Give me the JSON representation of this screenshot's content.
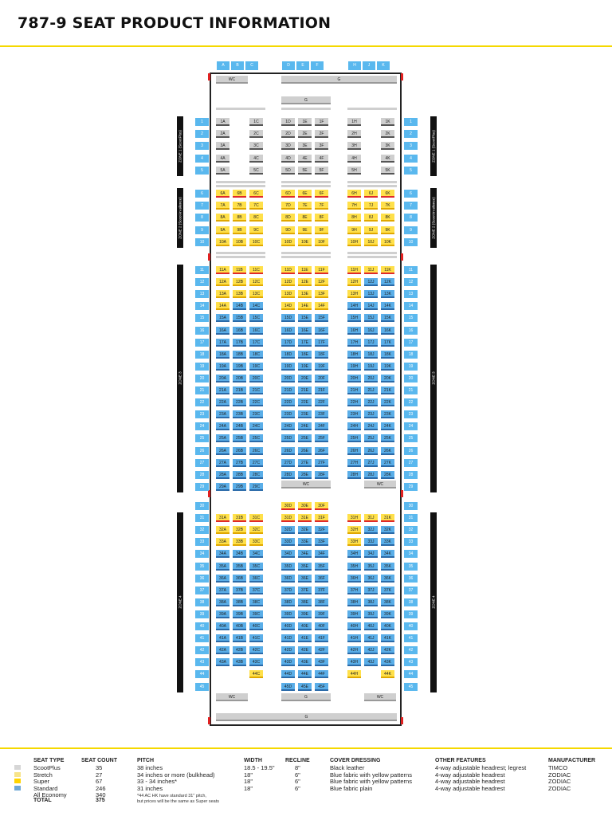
{
  "title": "787-9 SEAT PRODUCT INFORMATION",
  "columns": {
    "left": [
      "A",
      "B",
      "C"
    ],
    "middle": [
      "D",
      "E",
      "F"
    ],
    "right": [
      "H",
      "J",
      "K"
    ]
  },
  "labels": {
    "wc": "WC",
    "galley": "G"
  },
  "zones": [
    {
      "label": "ZONE 1 (ScootPlus)",
      "from": 1,
      "to": 5
    },
    {
      "label": "ZONE 2 (Scoot-in-silence)",
      "from": 6,
      "to": 10
    },
    {
      "label": "ZONE 3",
      "from": 11,
      "to": 29
    },
    {
      "label": "ZONE 4",
      "from": 31,
      "to": 45
    }
  ],
  "rows": [
    {
      "n": 1,
      "type": "plus",
      "left": [
        "1A",
        "1C"
      ],
      "middle": [
        "1D",
        "1E",
        "1F"
      ],
      "right": [
        "1H",
        "1K"
      ]
    },
    {
      "n": 2,
      "type": "plus",
      "left": [
        "2A",
        "2C"
      ],
      "middle": [
        "2D",
        "2E",
        "2F"
      ],
      "right": [
        "2H",
        "2K"
      ]
    },
    {
      "n": 3,
      "type": "plus",
      "left": [
        "3A",
        "3C"
      ],
      "middle": [
        "3D",
        "3E",
        "3F"
      ],
      "right": [
        "3H",
        "3K"
      ]
    },
    {
      "n": 4,
      "type": "plus",
      "left": [
        "4A",
        "4C"
      ],
      "middle": [
        "4D",
        "4E",
        "4F"
      ],
      "right": [
        "4H",
        "4K"
      ]
    },
    {
      "n": 5,
      "type": "plus",
      "left": [
        "5A",
        "5C"
      ],
      "middle": [
        "5D",
        "5E",
        "5F"
      ],
      "right": [
        "5H",
        "5K"
      ]
    },
    {
      "n": 6,
      "type": "stretch",
      "left": [
        "6A",
        "6B",
        "6C"
      ],
      "middle": [
        "6D",
        "6E",
        "6F"
      ],
      "right": [
        "6H",
        "6J",
        "6K"
      ]
    },
    {
      "n": 7,
      "type": "super",
      "left": [
        "7A",
        "7B",
        "7C"
      ],
      "middle": [
        "7D",
        "7E",
        "7F"
      ],
      "right": [
        "7H",
        "7J",
        "7K"
      ]
    },
    {
      "n": 8,
      "type": "super",
      "left": [
        "8A",
        "8B",
        "8C"
      ],
      "middle": [
        "8D",
        "8E",
        "8F"
      ],
      "right": [
        "8H",
        "8J",
        "8K"
      ]
    },
    {
      "n": 9,
      "type": "super",
      "left": [
        "9A",
        "9B",
        "9C"
      ],
      "middle": [
        "9D",
        "9E",
        "9F"
      ],
      "right": [
        "9H",
        "9J",
        "9K"
      ]
    },
    {
      "n": 10,
      "type": "super",
      "left": [
        "10A",
        "10B",
        "10C"
      ],
      "middle": [
        "10D",
        "10E",
        "10F"
      ],
      "right": [
        "10H",
        "10J",
        "10K"
      ]
    },
    {
      "n": 11,
      "type": "stretch",
      "left": [
        "11A",
        "11B",
        "11C"
      ],
      "middle": [
        "11D",
        "11E",
        "11F"
      ],
      "right": [
        "11H",
        "11J",
        "11K"
      ]
    },
    {
      "n": 12,
      "type": "mix12",
      "left": [
        "12A",
        "12B",
        "12C"
      ],
      "middle": [
        "12D",
        "12E",
        "12F"
      ],
      "right": [
        "12H",
        "12J",
        "12K"
      ]
    },
    {
      "n": 13,
      "type": "mix12",
      "left": [
        "13A",
        "13B",
        "13C"
      ],
      "middle": [
        "13D",
        "13E",
        "13F"
      ],
      "right": [
        "13H",
        "13J",
        "13K"
      ]
    },
    {
      "n": 14,
      "type": "mix14",
      "left": [
        "14A",
        "14B",
        "14C"
      ],
      "middle": [
        "14D",
        "14E",
        "14F"
      ],
      "right": [
        "14H",
        "14J",
        "14K"
      ]
    },
    {
      "n": 15,
      "type": "std",
      "left": [
        "15A",
        "15B",
        "15C"
      ],
      "middle": [
        "15D",
        "15E",
        "15F"
      ],
      "right": [
        "15H",
        "15J",
        "15K"
      ]
    },
    {
      "n": 16,
      "type": "std",
      "left": [
        "16A",
        "16B",
        "16C"
      ],
      "middle": [
        "16D",
        "16E",
        "16F"
      ],
      "right": [
        "16H",
        "16J",
        "16K"
      ]
    },
    {
      "n": 17,
      "type": "std",
      "left": [
        "17A",
        "17B",
        "17C"
      ],
      "middle": [
        "17D",
        "17E",
        "17F"
      ],
      "right": [
        "17H",
        "17J",
        "17K"
      ]
    },
    {
      "n": 18,
      "type": "std",
      "left": [
        "18A",
        "18B",
        "18C"
      ],
      "middle": [
        "18D",
        "18E",
        "18F"
      ],
      "right": [
        "18H",
        "18J",
        "18K"
      ]
    },
    {
      "n": 19,
      "type": "std",
      "left": [
        "19A",
        "19B",
        "19C"
      ],
      "middle": [
        "19D",
        "19E",
        "19F"
      ],
      "right": [
        "19H",
        "19J",
        "19K"
      ]
    },
    {
      "n": 20,
      "type": "std",
      "left": [
        "20A",
        "20B",
        "20C"
      ],
      "middle": [
        "20D",
        "20E",
        "20F"
      ],
      "right": [
        "20H",
        "20J",
        "20K"
      ]
    },
    {
      "n": 21,
      "type": "std",
      "left": [
        "21A",
        "21B",
        "21C"
      ],
      "middle": [
        "21D",
        "21E",
        "21F"
      ],
      "right": [
        "21H",
        "21J",
        "21K"
      ]
    },
    {
      "n": 22,
      "type": "std",
      "left": [
        "22A",
        "22B",
        "22C"
      ],
      "middle": [
        "22D",
        "22E",
        "22F"
      ],
      "right": [
        "22H",
        "22J",
        "22K"
      ]
    },
    {
      "n": 23,
      "type": "std",
      "left": [
        "23A",
        "23B",
        "23C"
      ],
      "middle": [
        "23D",
        "23E",
        "23F"
      ],
      "right": [
        "23H",
        "23J",
        "23K"
      ]
    },
    {
      "n": 24,
      "type": "std",
      "left": [
        "24A",
        "24B",
        "24C"
      ],
      "middle": [
        "24D",
        "24E",
        "24F"
      ],
      "right": [
        "24H",
        "24J",
        "24K"
      ]
    },
    {
      "n": 25,
      "type": "std",
      "left": [
        "25A",
        "25B",
        "25C"
      ],
      "middle": [
        "25D",
        "25E",
        "25F"
      ],
      "right": [
        "25H",
        "25J",
        "25K"
      ]
    },
    {
      "n": 26,
      "type": "std",
      "left": [
        "26A",
        "26B",
        "26C"
      ],
      "middle": [
        "26D",
        "26E",
        "26F"
      ],
      "right": [
        "26H",
        "26J",
        "26K"
      ]
    },
    {
      "n": 27,
      "type": "std",
      "left": [
        "27A",
        "27B",
        "27C"
      ],
      "middle": [
        "27D",
        "27E",
        "27F"
      ],
      "right": [
        "27H",
        "27J",
        "27K"
      ]
    },
    {
      "n": 28,
      "type": "std",
      "left": [
        "28A",
        "28B",
        "28C"
      ],
      "middle": [
        "28D",
        "28E",
        "28F"
      ],
      "right": [
        "28H",
        "28J",
        "28K"
      ]
    },
    {
      "n": 29,
      "type": "std",
      "left": [
        "29A",
        "29B",
        "29C"
      ],
      "middle": [],
      "right": []
    },
    {
      "n": 30,
      "type": "stretch",
      "left": [],
      "middle": [
        "30D",
        "30E",
        "30F"
      ],
      "right": []
    },
    {
      "n": 31,
      "type": "stretch",
      "left": [
        "31A",
        "31B",
        "31C"
      ],
      "middle": [
        "31D",
        "31E",
        "31F"
      ],
      "right": [
        "31H",
        "31J",
        "31K"
      ]
    },
    {
      "n": 32,
      "type": "mix32",
      "left": [
        "32A",
        "32B",
        "32C"
      ],
      "middle": [
        "32D",
        "32E",
        "32F"
      ],
      "right": [
        "32H",
        "32J",
        "32K"
      ]
    },
    {
      "n": 33,
      "type": "mix32",
      "left": [
        "33A",
        "33B",
        "33C"
      ],
      "middle": [
        "33D",
        "33E",
        "33F"
      ],
      "right": [
        "33H",
        "33J",
        "33K"
      ]
    },
    {
      "n": 34,
      "type": "std",
      "left": [
        "34A",
        "34B",
        "34C"
      ],
      "middle": [
        "34D",
        "34E",
        "34F"
      ],
      "right": [
        "34H",
        "34J",
        "34K"
      ]
    },
    {
      "n": 35,
      "type": "std",
      "left": [
        "35A",
        "35B",
        "35C"
      ],
      "middle": [
        "35D",
        "35E",
        "35F"
      ],
      "right": [
        "35H",
        "35J",
        "35K"
      ]
    },
    {
      "n": 36,
      "type": "std",
      "left": [
        "36A",
        "36B",
        "36C"
      ],
      "middle": [
        "36D",
        "36E",
        "36F"
      ],
      "right": [
        "36H",
        "36J",
        "36K"
      ]
    },
    {
      "n": 37,
      "type": "std",
      "left": [
        "37A",
        "37B",
        "37C"
      ],
      "middle": [
        "37D",
        "37E",
        "37F"
      ],
      "right": [
        "37H",
        "37J",
        "37K"
      ]
    },
    {
      "n": 38,
      "type": "std",
      "left": [
        "38A",
        "38B",
        "38C"
      ],
      "middle": [
        "38D",
        "38E",
        "38F"
      ],
      "right": [
        "38H",
        "38J",
        "38K"
      ]
    },
    {
      "n": 39,
      "type": "std",
      "left": [
        "39A",
        "39B",
        "39C"
      ],
      "middle": [
        "39D",
        "39E",
        "39F"
      ],
      "right": [
        "39H",
        "39J",
        "39K"
      ]
    },
    {
      "n": 40,
      "type": "std",
      "left": [
        "40A",
        "40B",
        "40C"
      ],
      "middle": [
        "40D",
        "40E",
        "40F"
      ],
      "right": [
        "40H",
        "40J",
        "40K"
      ]
    },
    {
      "n": 41,
      "type": "std",
      "left": [
        "41A",
        "41B",
        "41C"
      ],
      "middle": [
        "41D",
        "41E",
        "41F"
      ],
      "right": [
        "41H",
        "41J",
        "41K"
      ]
    },
    {
      "n": 42,
      "type": "std",
      "left": [
        "42A",
        "42B",
        "42C"
      ],
      "middle": [
        "42D",
        "42E",
        "42F"
      ],
      "right": [
        "42H",
        "42J",
        "42K"
      ]
    },
    {
      "n": 43,
      "type": "std",
      "left": [
        "43A",
        "43B",
        "43C"
      ],
      "middle": [
        "43D",
        "43E",
        "43F"
      ],
      "right": [
        "43H",
        "43J",
        "43K"
      ]
    },
    {
      "n": 44,
      "type": "super44",
      "left": [
        "44C"
      ],
      "middle": [
        "44D",
        "44E",
        "44F"
      ],
      "right": [
        "44H",
        "44K"
      ]
    },
    {
      "n": 45,
      "type": "std",
      "left": [],
      "middle": [
        "45D",
        "45E",
        "45F"
      ],
      "right": []
    }
  ],
  "legend": {
    "headers": [
      "SEAT TYPE",
      "SEAT COUNT",
      "PITCH",
      "WIDTH",
      "RECLINE",
      "COVER DRESSING",
      "OTHER FEATURES",
      "MANUFACTURER"
    ],
    "rows": [
      {
        "type": "ScootPlus",
        "count": "35",
        "pitch": "38 inches",
        "width": "18.5 - 19.5\"",
        "recline": "8\"",
        "cover": "Black leather",
        "features": "4-way adjustable headrest; legrest",
        "maker": "TIMCO",
        "swatch": "#d6d6d6"
      },
      {
        "type": "Stretch",
        "count": "27",
        "pitch": "34 inches or more (bulkhead)",
        "width": "18\"",
        "recline": "6\"",
        "cover": "Blue fabric with yellow patterns",
        "features": "4-way adjustable headrest",
        "maker": "ZODIAC",
        "swatch": "#f7e48a"
      },
      {
        "type": "Super",
        "count": "67",
        "pitch": "33 - 34 inches*",
        "width": "18\"",
        "recline": "6\"",
        "cover": "Blue fabric with yellow patterns",
        "features": "4-way adjustable headrest",
        "maker": "ZODIAC",
        "swatch": "#ffd400"
      },
      {
        "type": "Standard",
        "count": "246",
        "pitch": "31 inches",
        "width": "18\"",
        "recline": "6\"",
        "cover": "Blue fabric plain",
        "features": "4-way adjustable headrest",
        "maker": "ZODIAC",
        "swatch": "#6fa8d6"
      }
    ],
    "all_economy_label": "All Economy",
    "all_economy_count": "340",
    "total_label": "TOTAL",
    "total_count": "375",
    "footnote_1": "*44 AC HK have standard 31\" pitch,",
    "footnote_2": " but prices will be the same as Super seats"
  },
  "colors": {
    "accent_rule": "#f5d800",
    "scootplus": "#cfcfcf",
    "stretch_seat": "#ffe04a",
    "stretch_edge": "#e02a2a",
    "super_seat": "#ffe04a",
    "standard_seat": "#5aaee8",
    "row_label": "#5ab8ee"
  }
}
